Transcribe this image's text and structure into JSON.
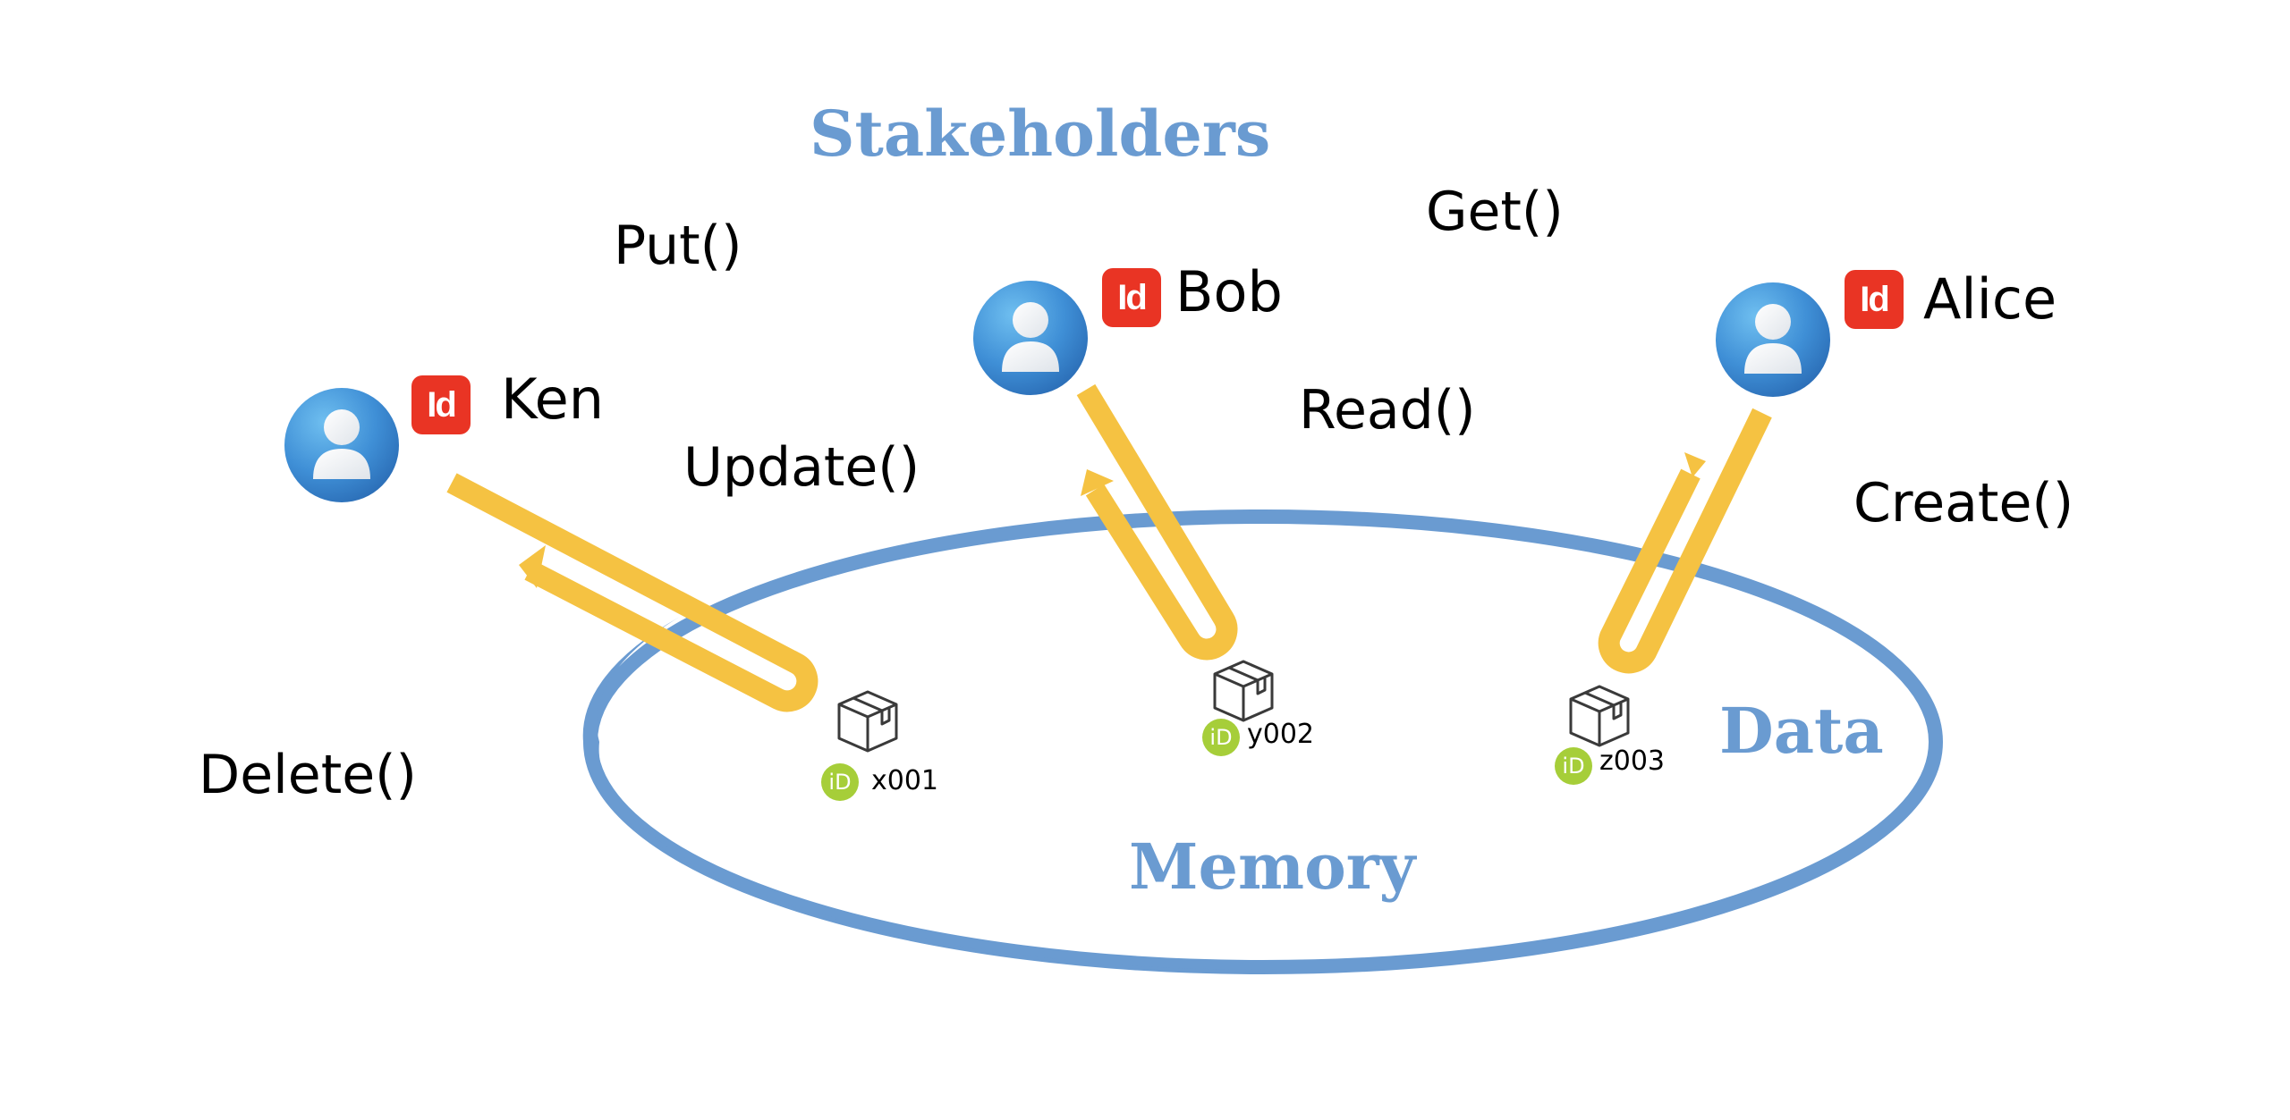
{
  "titles": {
    "stakeholders": "Stakeholders",
    "memory": "Memory",
    "data": "Data"
  },
  "operations": {
    "put": "Put()",
    "update": "Update()",
    "delete": "Delete()",
    "get": "Get()",
    "read": "Read()",
    "create": "Create()"
  },
  "stakeholders": [
    {
      "name": "Ken",
      "badge": "Id"
    },
    {
      "name": "Bob",
      "badge": "Id"
    },
    {
      "name": "Alice",
      "badge": "Id"
    }
  ],
  "data_items": [
    {
      "id": "x001",
      "badge": "iD"
    },
    {
      "id": "y002",
      "badge": "iD"
    },
    {
      "id": "z003",
      "badge": "iD"
    }
  ],
  "colors": {
    "title_blue": "#6a9bd1",
    "ellipse_blue": "#6a9bd1",
    "arrow_yellow": "#f5c242",
    "id_badge_red": "#e93424",
    "orcid_green": "#a6ce39",
    "avatar_blue": "#3f8fd6"
  }
}
